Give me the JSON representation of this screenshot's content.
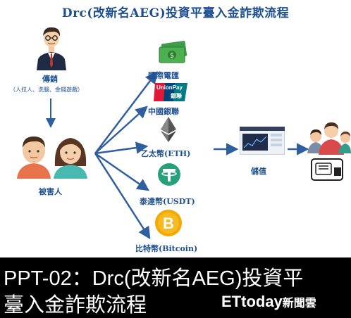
{
  "diagram": {
    "title": "Drc(改新名AEG)投資平臺入金詐欺流程",
    "nodes": {
      "recruiter": {
        "label": "傳銷",
        "note": "（人拉人、洗腦、金錢遊戲）"
      },
      "victim": {
        "label": "被害人"
      },
      "wire": {
        "label": "國際電匯"
      },
      "unionpay": {
        "label": "中國銀聯",
        "logo_top": "UnionPay",
        "logo_bottom": "銀聯"
      },
      "eth": {
        "label": "乙太幣(ETH)"
      },
      "usdt": {
        "label": "泰達幣(USDT)"
      },
      "btc": {
        "label": "比特幣(Bitcoin)"
      },
      "deposit": {
        "label": "儲值"
      }
    },
    "colors": {
      "label": "#1d4f91",
      "arrow": "#2f5f9e",
      "tether": "#26a17b",
      "bitcoin": "#f2a900"
    }
  },
  "caption": {
    "line1": "PPT-02：Drc(改新名AEG)投資平",
    "line2": "臺入金詐欺流程"
  },
  "watermark": {
    "brand": "ETtoday",
    "sub": "新聞雲"
  }
}
